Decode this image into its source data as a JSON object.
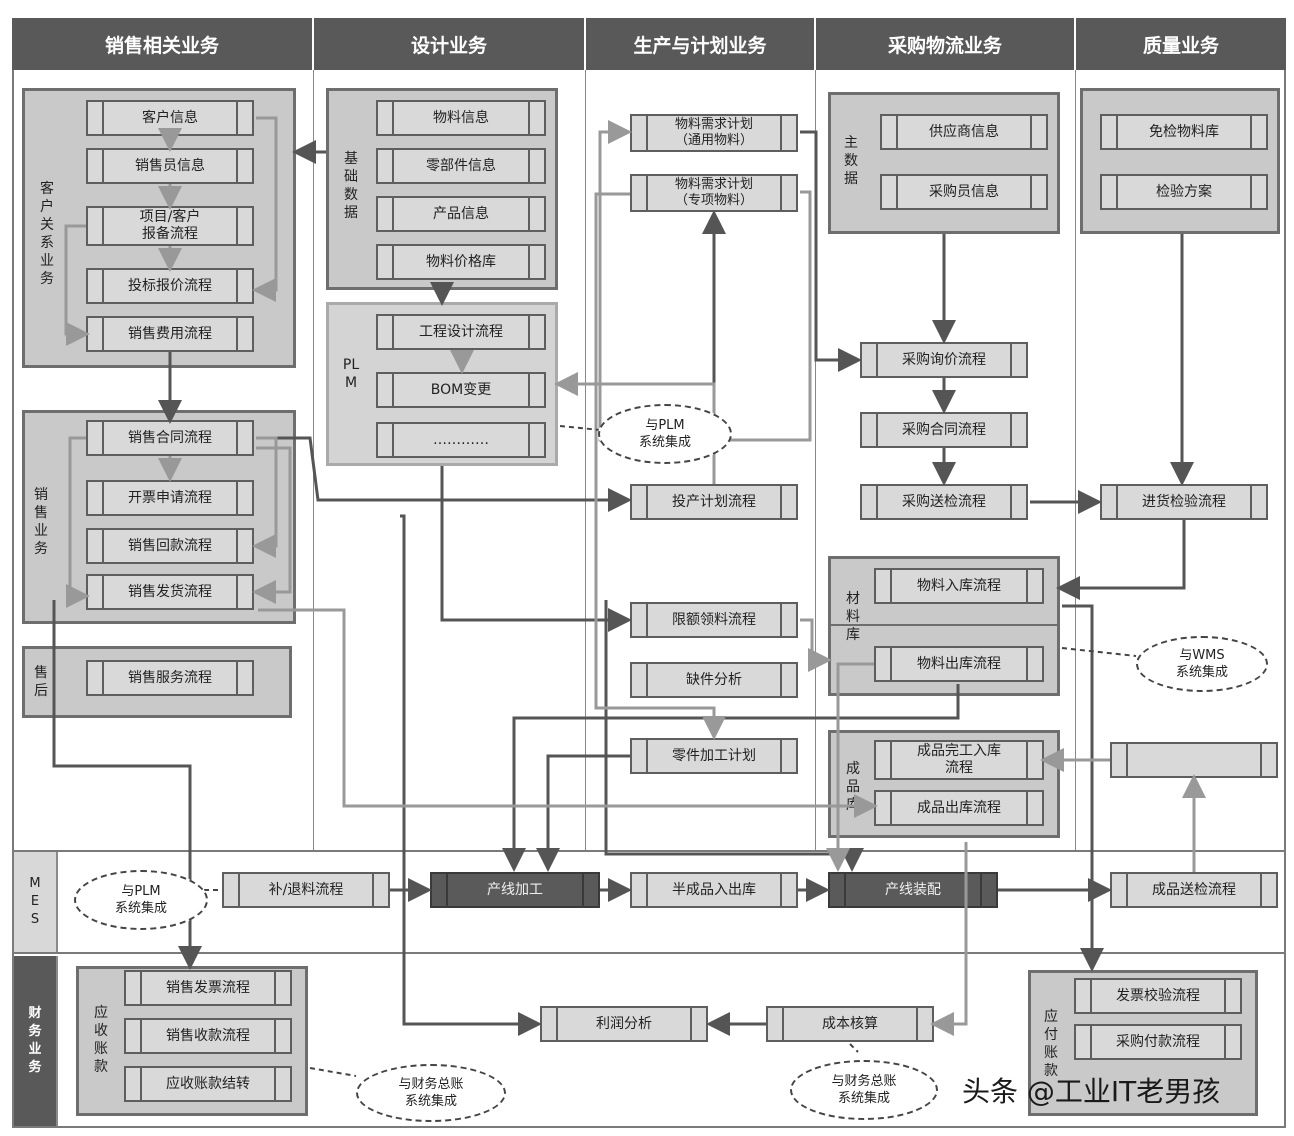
{
  "headers": [
    "销售相关业务",
    "设计业务",
    "生产与计划业务",
    "采购物流业务",
    "质量业务"
  ],
  "bands": {
    "mes": "MES",
    "finance": "财务业务"
  },
  "sales": {
    "crm_label": "客户关系业务",
    "crm_items": [
      "客户信息",
      "销售员信息",
      "项目/客户\n报备流程",
      "投标报价流程",
      "销售费用流程"
    ],
    "sales_label": "销售业务",
    "sales_items": [
      "销售合同流程",
      "开票申请流程",
      "销售回款流程",
      "销售发货流程"
    ],
    "after_label": "售后",
    "after_items": [
      "销售服务流程"
    ]
  },
  "design": {
    "base_label": "基础数据",
    "base_items": [
      "物料信息",
      "零部件信息",
      "产品信息",
      "物料价格库"
    ],
    "plm_label": "PLM",
    "plm_items": [
      "工程设计流程",
      "BOM变更",
      "…………"
    ]
  },
  "production": {
    "items": [
      "物料需求计划\n（通用物料）",
      "物料需求计划\n（专项物料）",
      "投产计划流程",
      "限额领料流程",
      "缺件分析",
      "零件加工计划"
    ]
  },
  "purchase": {
    "master_label": "主数据",
    "master_items": [
      "供应商信息",
      "采购员信息"
    ],
    "flow_items": [
      "采购询价流程",
      "采购合同流程",
      "采购送检流程"
    ],
    "material_label": "材料库",
    "material_items": [
      "物料入库流程",
      "物料出库流程"
    ],
    "product_label": "成品库",
    "product_items": [
      "成品完工入库\n流程",
      "成品出库流程"
    ]
  },
  "quality": {
    "items": [
      "免检物料库",
      "检验方案"
    ],
    "incoming": "进货检验流程",
    "blank": ""
  },
  "mes": {
    "items": [
      "补/退料流程",
      "产线加工",
      "半成品入出库",
      "产线装配",
      "成品送检流程"
    ]
  },
  "finance": {
    "ar_label": "应收账款",
    "ar_items": [
      "销售发票流程",
      "销售收款流程",
      "应收账款结转"
    ],
    "mid_items": [
      "利润分析",
      "成本核算"
    ],
    "ap_label": "应付账款",
    "ap_items": [
      "发票校验流程",
      "采购付款流程"
    ]
  },
  "bubbles": {
    "plm_design": "与PLM\n系统集成",
    "wms": "与WMS\n系统集成",
    "plm_mes": "与PLM\n系统集成",
    "gl_left": "与财务总账\n系统集成",
    "gl_right": "与财务总账\n系统集成"
  },
  "watermark": "头条 @工业IT老男孩"
}
